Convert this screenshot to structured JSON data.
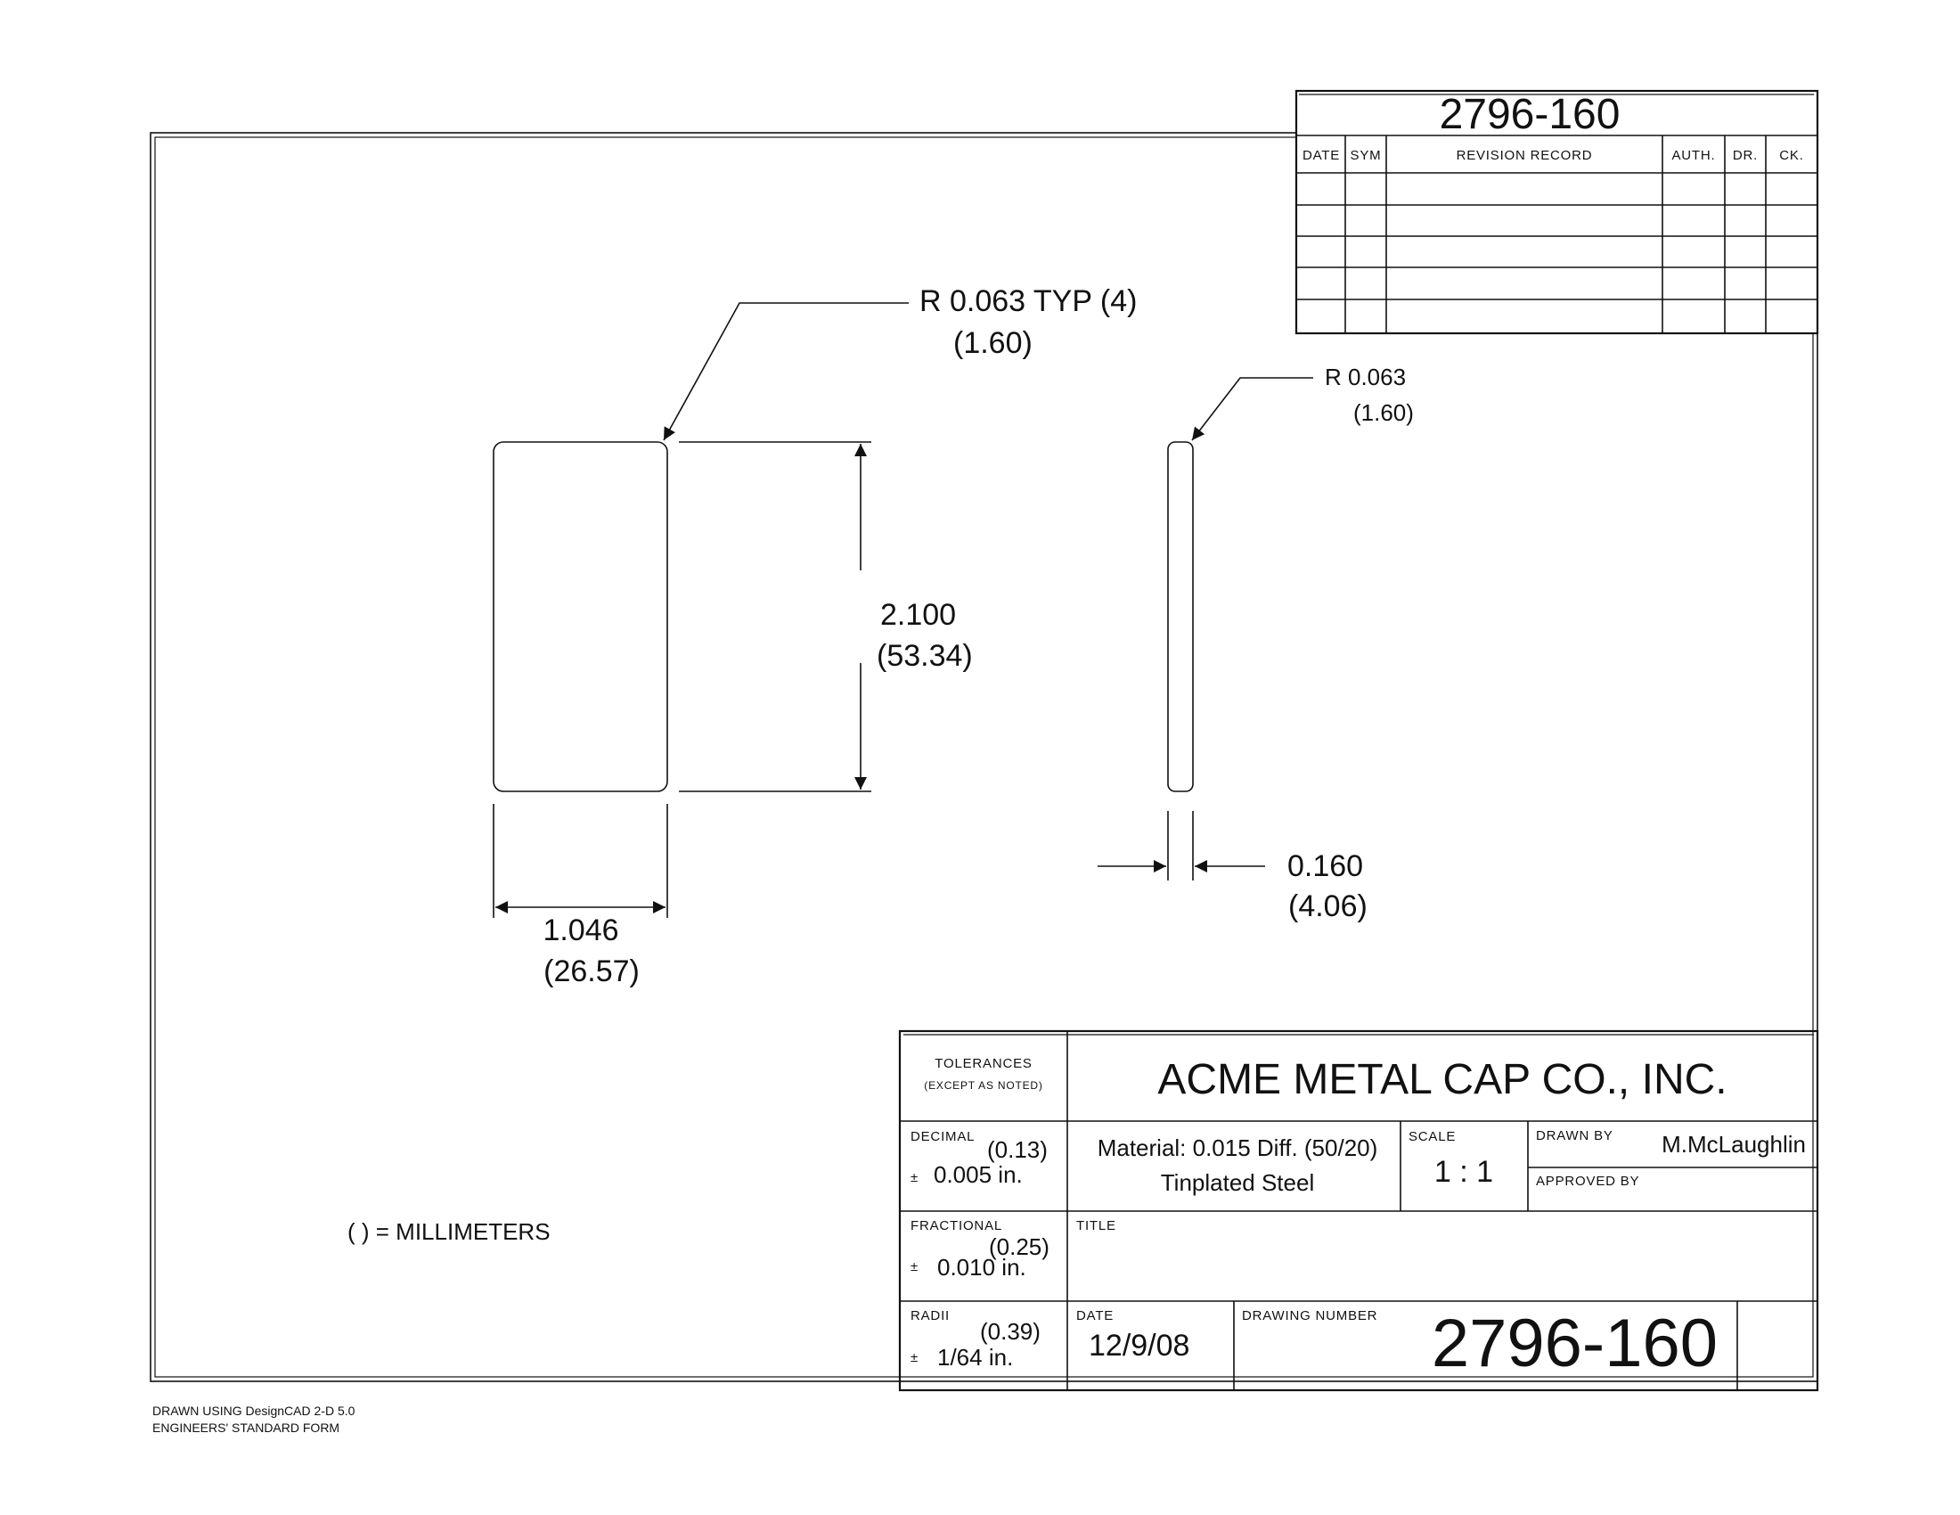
{
  "revision_block": {
    "part_number": "2796-160",
    "headers": {
      "date": "DATE",
      "sym": "SYM",
      "record": "REVISION RECORD",
      "auth": "AUTH.",
      "dr": "DR.",
      "ck": "CK."
    }
  },
  "drawing": {
    "front_radius": "R 0.063 TYP (4)",
    "front_radius_mm": "(1.60)",
    "height": "2.100",
    "height_mm": "(53.34)",
    "width": "1.046",
    "width_mm": "(26.57)",
    "side_radius": "R 0.063",
    "side_radius_mm": "(1.60)",
    "thickness": "0.160",
    "thickness_mm": "(4.06)",
    "units_note": "( ) = MILLIMETERS"
  },
  "title_block": {
    "tolerances": "TOLERANCES",
    "except_noted": "(EXCEPT AS NOTED)",
    "company": "ACME METAL CAP CO., INC.",
    "decimal_label": "DECIMAL",
    "decimal_mm": "(0.13)",
    "decimal_value": "0.005 in.",
    "fractional_label": "FRACTIONAL",
    "fractional_mm": "(0.25)",
    "fractional_value": "0.010 in.",
    "radii_label": "RADII",
    "radii_mm": "(0.39)",
    "radii_value": "1/64 in.",
    "plus_minus": "±",
    "material_line1": "Material: 0.015 Diff. (50/20)",
    "material_line2": "Tinplated Steel",
    "scale_label": "SCALE",
    "scale_value": "1 : 1",
    "drawn_by_label": "DRAWN BY",
    "drawn_by_value": "M.McLaughlin",
    "approved_by_label": "APPROVED BY",
    "title_label": "TITLE",
    "date_label": "DATE",
    "date_value": "12/9/08",
    "drawing_number_label": "DRAWING NUMBER",
    "drawing_number_value": "2796-160"
  },
  "footer": {
    "line1": "DRAWN USING DesignCAD 2-D 5.0",
    "line2": "ENGINEERS' STANDARD FORM"
  }
}
